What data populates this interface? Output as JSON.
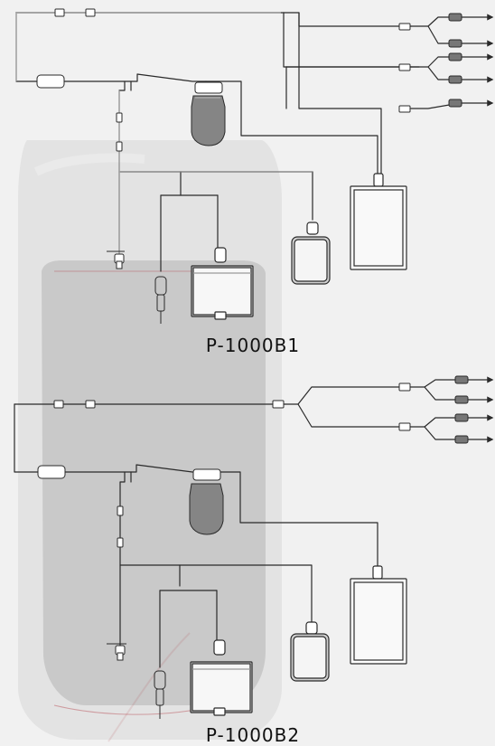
{
  "diagram": {
    "title": "",
    "captions": [
      "P-1000B1",
      "P-1000B2"
    ],
    "colors": {
      "background": "#f1f1f1",
      "tubing": "#474747",
      "tubing_inner": "#ffffff",
      "bag_shadow": "#c6c6c6",
      "blood_tint": "#b0303a",
      "stroke_dark": "#2a2a2a"
    },
    "sections": [
      {
        "id": "P-1000B1",
        "components": [
          "clamp",
          "port-fitting",
          "filter-chamber",
          "storage-bag",
          "transfer-bag",
          "small-bag",
          "spike-connector",
          "needle-connector"
        ]
      },
      {
        "id": "P-1000B2",
        "components": [
          "clamp",
          "port-fitting",
          "filter-chamber",
          "storage-bag",
          "transfer-bag",
          "small-bag",
          "spike-connector",
          "needle-connector"
        ]
      }
    ]
  }
}
